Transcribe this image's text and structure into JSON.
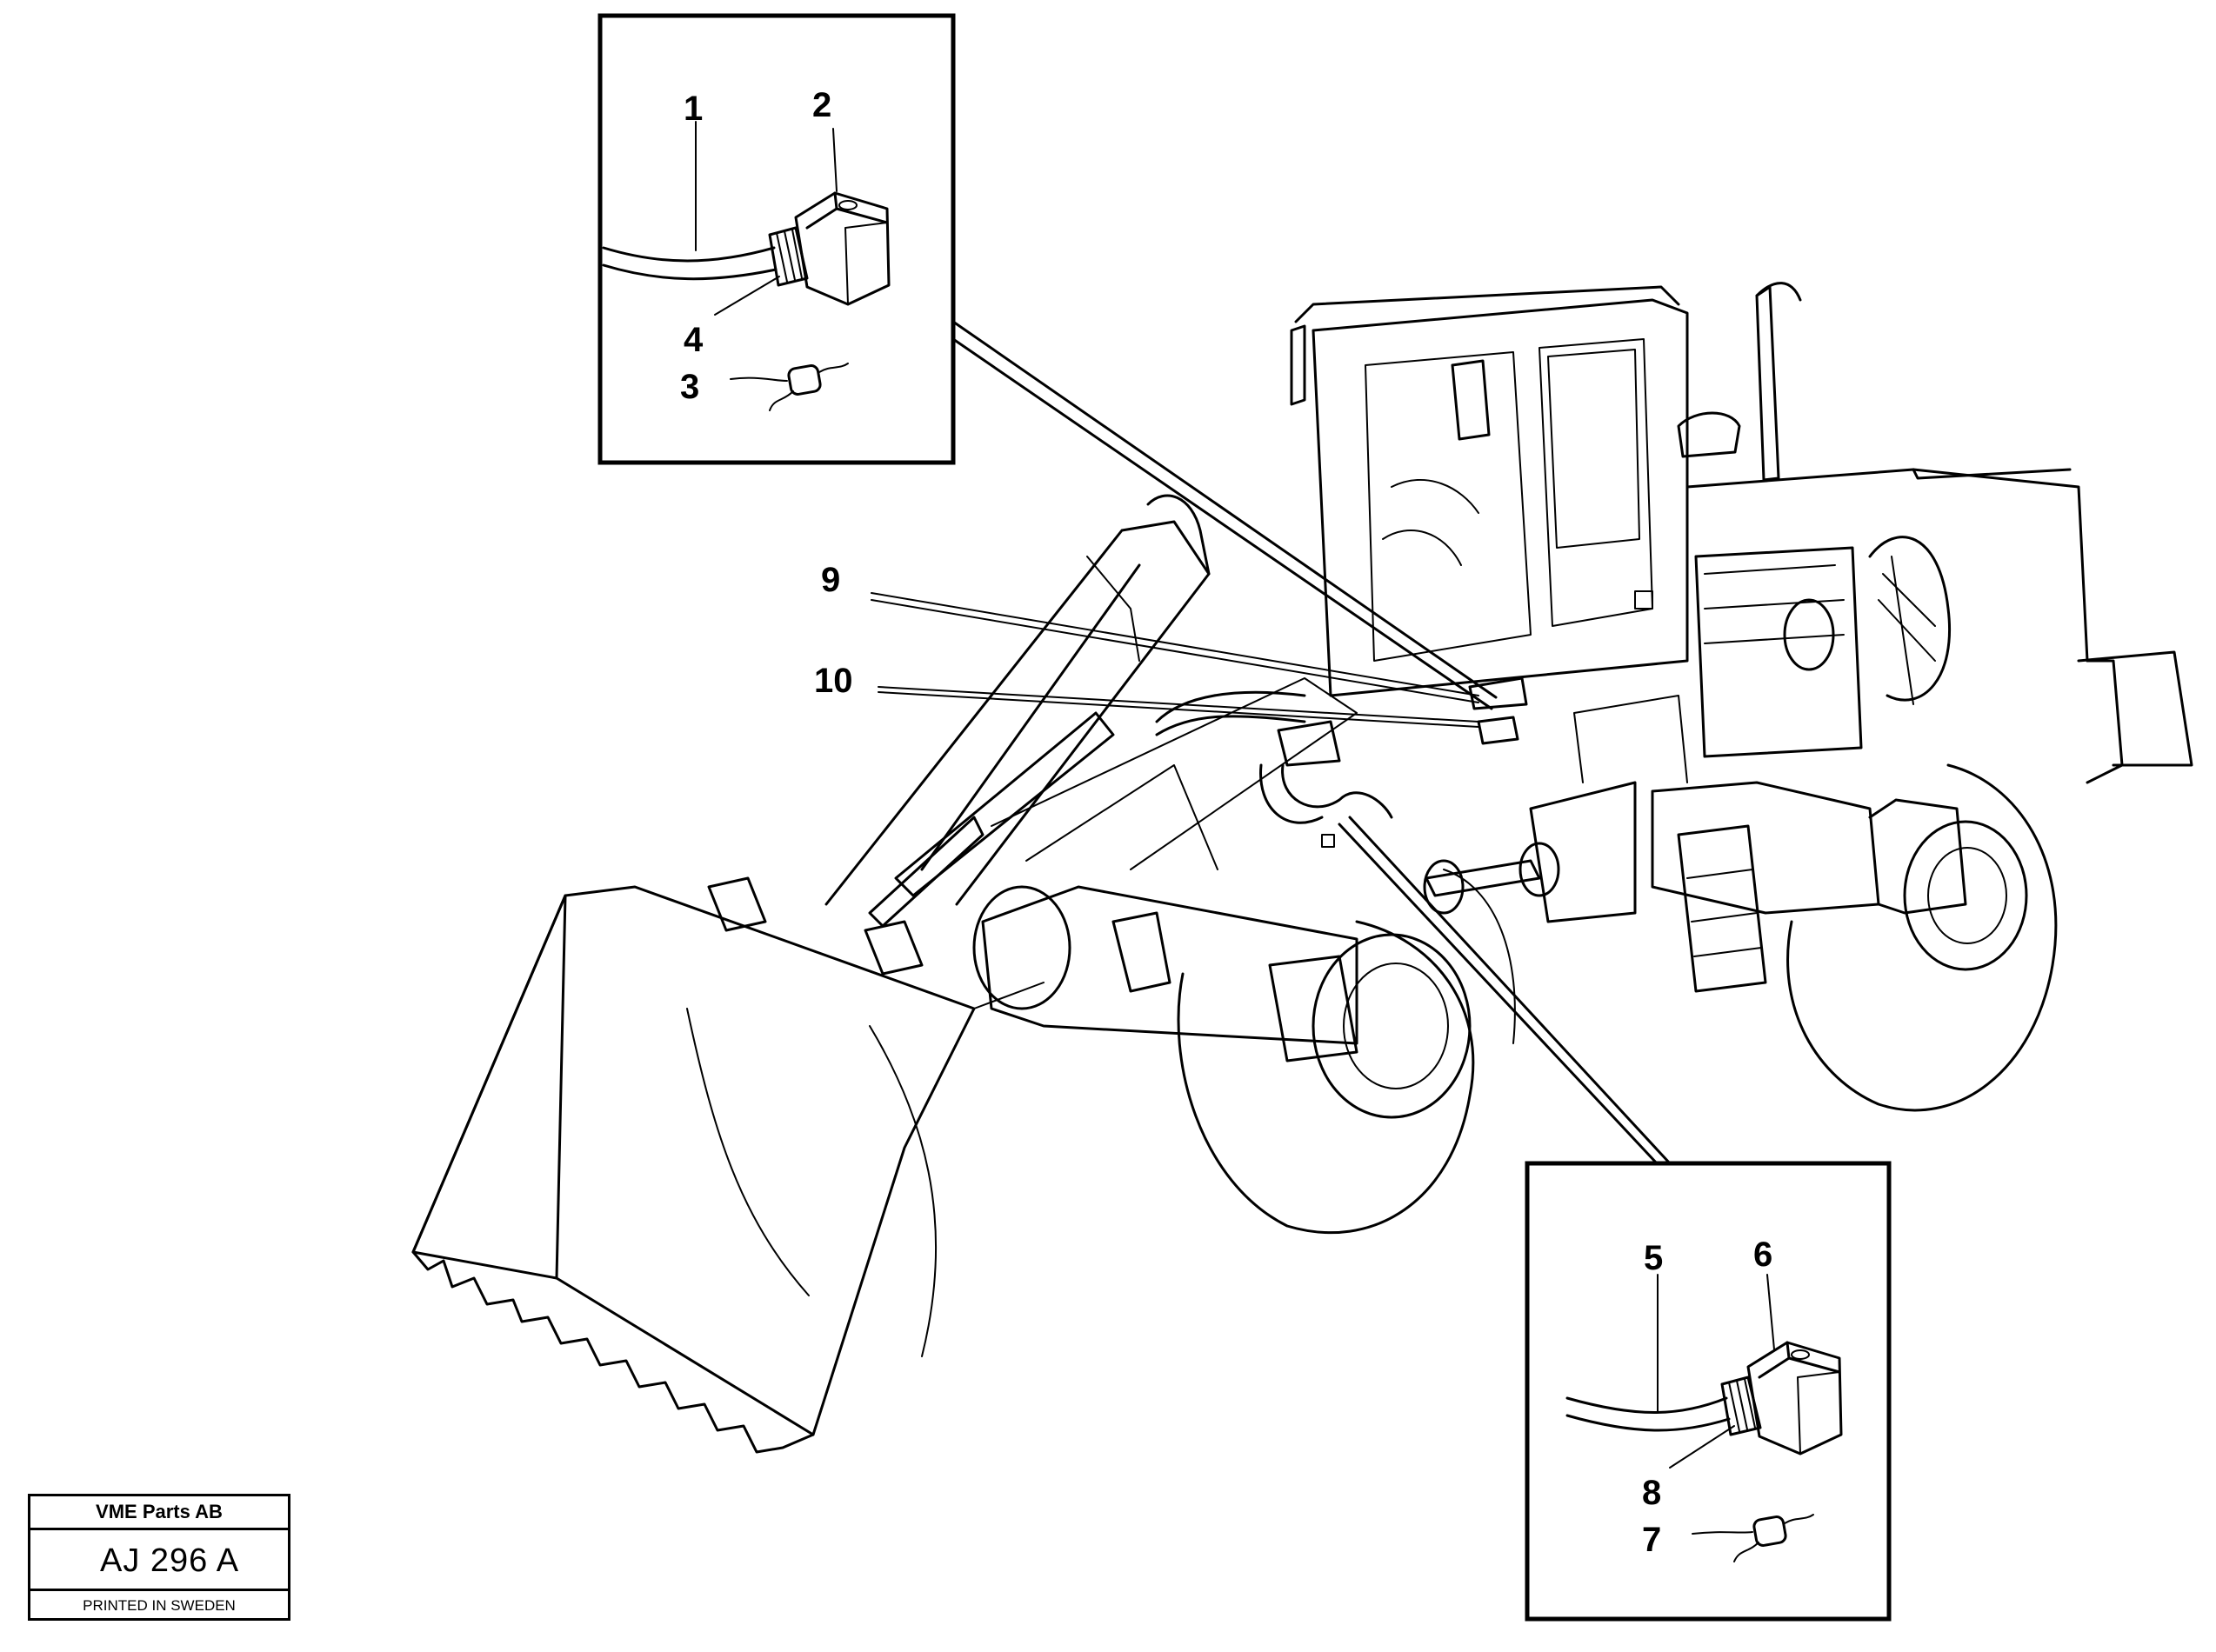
{
  "callouts": {
    "c1": "1",
    "c2": "2",
    "c3": "3",
    "c4": "4",
    "c5": "5",
    "c6": "6",
    "c7": "7",
    "c8": "8",
    "c9": "9",
    "c10": "10"
  },
  "title_block": {
    "company": "VME Parts AB",
    "code": "AJ 296 A",
    "printed": "PRINTED IN SWEDEN"
  }
}
